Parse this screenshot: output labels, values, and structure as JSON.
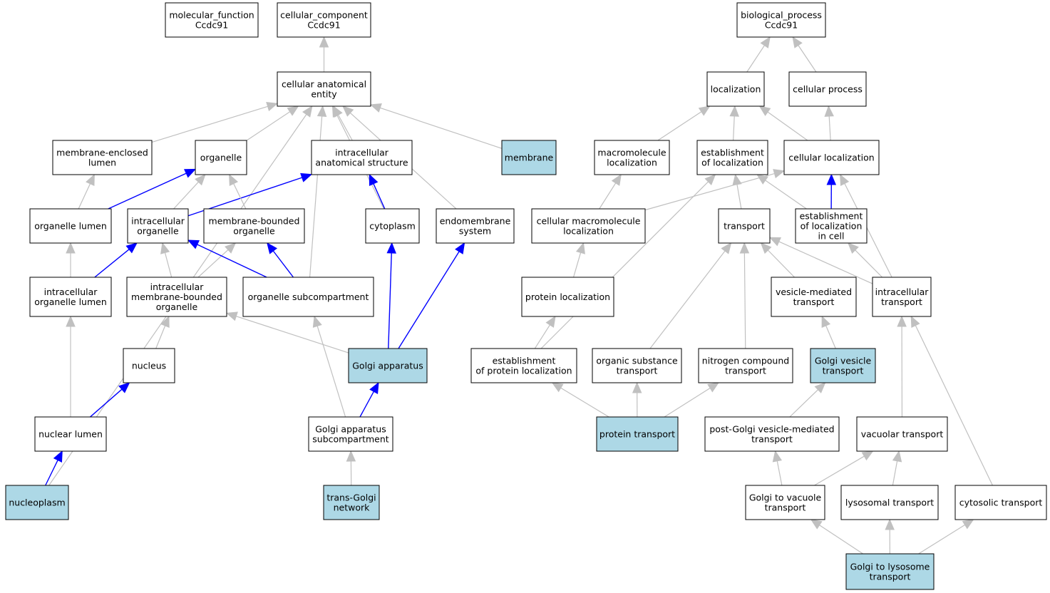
{
  "colors": {
    "highlight": "#add8e6",
    "plain": "#ffffff",
    "gray_edge": "#c0c0c0",
    "blue_edge": "#0000ff"
  },
  "nodes": [
    {
      "id": "mf",
      "lines": [
        "molecular_function",
        "Ccdc91"
      ],
      "highlight": false
    },
    {
      "id": "cc",
      "lines": [
        "cellular_component",
        "Ccdc91"
      ],
      "highlight": false
    },
    {
      "id": "bp",
      "lines": [
        "biological_process",
        "Ccdc91"
      ],
      "highlight": false
    },
    {
      "id": "cae",
      "lines": [
        "cellular anatomical",
        "entity"
      ],
      "highlight": false
    },
    {
      "id": "loc",
      "lines": [
        "localization"
      ],
      "highlight": false
    },
    {
      "id": "cp",
      "lines": [
        "cellular process"
      ],
      "highlight": false
    },
    {
      "id": "mel",
      "lines": [
        "membrane-enclosed",
        "lumen"
      ],
      "highlight": false
    },
    {
      "id": "org",
      "lines": [
        "organelle"
      ],
      "highlight": false
    },
    {
      "id": "ias",
      "lines": [
        "intracellular",
        "anatomical structure"
      ],
      "highlight": false
    },
    {
      "id": "mem",
      "lines": [
        "membrane"
      ],
      "highlight": true
    },
    {
      "id": "ml",
      "lines": [
        "macromolecule",
        "localization"
      ],
      "highlight": false
    },
    {
      "id": "eol",
      "lines": [
        "establishment",
        "of localization"
      ],
      "highlight": false
    },
    {
      "id": "cl",
      "lines": [
        "cellular localization"
      ],
      "highlight": false
    },
    {
      "id": "ol",
      "lines": [
        "organelle lumen"
      ],
      "highlight": false
    },
    {
      "id": "io",
      "lines": [
        "intracellular",
        "organelle"
      ],
      "highlight": false
    },
    {
      "id": "mbo",
      "lines": [
        "membrane-bounded",
        "organelle"
      ],
      "highlight": false
    },
    {
      "id": "cyt",
      "lines": [
        "cytoplasm"
      ],
      "highlight": false
    },
    {
      "id": "es",
      "lines": [
        "endomembrane",
        "system"
      ],
      "highlight": false
    },
    {
      "id": "cml",
      "lines": [
        "cellular macromolecule",
        "localization"
      ],
      "highlight": false
    },
    {
      "id": "tr",
      "lines": [
        "transport"
      ],
      "highlight": false
    },
    {
      "id": "eolc",
      "lines": [
        "establishment",
        "of localization",
        "in cell"
      ],
      "highlight": false
    },
    {
      "id": "iol",
      "lines": [
        "intracellular",
        "organelle lumen"
      ],
      "highlight": false
    },
    {
      "id": "imbo",
      "lines": [
        "intracellular",
        "membrane-bounded",
        "organelle"
      ],
      "highlight": false
    },
    {
      "id": "os",
      "lines": [
        "organelle subcompartment"
      ],
      "highlight": false
    },
    {
      "id": "pl",
      "lines": [
        "protein localization"
      ],
      "highlight": false
    },
    {
      "id": "vmt",
      "lines": [
        "vesicle-mediated",
        "transport"
      ],
      "highlight": false
    },
    {
      "id": "it",
      "lines": [
        "intracellular",
        "transport"
      ],
      "highlight": false
    },
    {
      "id": "nuc",
      "lines": [
        "nucleus"
      ],
      "highlight": false
    },
    {
      "id": "ga",
      "lines": [
        "Golgi apparatus"
      ],
      "highlight": true
    },
    {
      "id": "epl",
      "lines": [
        "establishment",
        "of protein localization"
      ],
      "highlight": false
    },
    {
      "id": "ost",
      "lines": [
        "organic substance",
        "transport"
      ],
      "highlight": false
    },
    {
      "id": "nct",
      "lines": [
        "nitrogen compound",
        "transport"
      ],
      "highlight": false
    },
    {
      "id": "gvt",
      "lines": [
        "Golgi vesicle",
        "transport"
      ],
      "highlight": true
    },
    {
      "id": "nl",
      "lines": [
        "nuclear lumen"
      ],
      "highlight": false
    },
    {
      "id": "gas",
      "lines": [
        "Golgi apparatus",
        "subcompartment"
      ],
      "highlight": false
    },
    {
      "id": "pt",
      "lines": [
        "protein transport"
      ],
      "highlight": true
    },
    {
      "id": "pgv",
      "lines": [
        "post-Golgi vesicle-mediated",
        "transport"
      ],
      "highlight": false
    },
    {
      "id": "vt",
      "lines": [
        "vacuolar transport"
      ],
      "highlight": false
    },
    {
      "id": "np",
      "lines": [
        "nucleoplasm"
      ],
      "highlight": true
    },
    {
      "id": "tgn",
      "lines": [
        "trans-Golgi",
        "network"
      ],
      "highlight": true
    },
    {
      "id": "gtv",
      "lines": [
        "Golgi to vacuole",
        "transport"
      ],
      "highlight": false
    },
    {
      "id": "lt",
      "lines": [
        "lysosomal transport"
      ],
      "highlight": false
    },
    {
      "id": "ct",
      "lines": [
        "cytosolic transport"
      ],
      "highlight": false
    },
    {
      "id": "gtl",
      "lines": [
        "Golgi to lysosome",
        "transport"
      ],
      "highlight": true
    }
  ],
  "edges": [
    {
      "from": "cae",
      "to": "cc",
      "color": "gray"
    },
    {
      "from": "loc",
      "to": "bp",
      "color": "gray"
    },
    {
      "from": "cp",
      "to": "bp",
      "color": "gray"
    },
    {
      "from": "mel",
      "to": "cae",
      "color": "gray"
    },
    {
      "from": "org",
      "to": "cae",
      "color": "gray"
    },
    {
      "from": "ias",
      "to": "cae",
      "color": "gray"
    },
    {
      "from": "mem",
      "to": "cae",
      "color": "gray"
    },
    {
      "from": "cyt",
      "to": "cae",
      "color": "gray"
    },
    {
      "from": "es",
      "to": "cae",
      "color": "gray"
    },
    {
      "from": "os",
      "to": "cae",
      "color": "gray"
    },
    {
      "from": "np",
      "to": "cae",
      "color": "gray"
    },
    {
      "from": "ml",
      "to": "loc",
      "color": "gray"
    },
    {
      "from": "eol",
      "to": "loc",
      "color": "gray"
    },
    {
      "from": "cl",
      "to": "loc",
      "color": "gray"
    },
    {
      "from": "cl",
      "to": "cp",
      "color": "gray"
    },
    {
      "from": "ol",
      "to": "mel",
      "color": "gray"
    },
    {
      "from": "ol",
      "to": "org",
      "color": "blue"
    },
    {
      "from": "io",
      "to": "org",
      "color": "gray"
    },
    {
      "from": "io",
      "to": "ias",
      "color": "blue"
    },
    {
      "from": "mbo",
      "to": "org",
      "color": "gray"
    },
    {
      "from": "cyt",
      "to": "ias",
      "color": "blue"
    },
    {
      "from": "cml",
      "to": "ml",
      "color": "gray"
    },
    {
      "from": "cml",
      "to": "cl",
      "color": "gray"
    },
    {
      "from": "tr",
      "to": "eol",
      "color": "gray"
    },
    {
      "from": "eolc",
      "to": "eol",
      "color": "gray"
    },
    {
      "from": "eolc",
      "to": "cl",
      "color": "blue"
    },
    {
      "from": "iol",
      "to": "ol",
      "color": "gray"
    },
    {
      "from": "iol",
      "to": "io",
      "color": "blue"
    },
    {
      "from": "imbo",
      "to": "io",
      "color": "gray"
    },
    {
      "from": "imbo",
      "to": "mbo",
      "color": "gray"
    },
    {
      "from": "os",
      "to": "io",
      "color": "blue"
    },
    {
      "from": "os",
      "to": "mbo",
      "color": "blue"
    },
    {
      "from": "pl",
      "to": "cml",
      "color": "gray"
    },
    {
      "from": "vmt",
      "to": "tr",
      "color": "gray"
    },
    {
      "from": "it",
      "to": "tr",
      "color": "gray"
    },
    {
      "from": "it",
      "to": "eolc",
      "color": "gray"
    },
    {
      "from": "it",
      "to": "cl",
      "color": "gray"
    },
    {
      "from": "nuc",
      "to": "imbo",
      "color": "gray"
    },
    {
      "from": "ga",
      "to": "imbo",
      "color": "gray"
    },
    {
      "from": "ga",
      "to": "cyt",
      "color": "blue"
    },
    {
      "from": "ga",
      "to": "es",
      "color": "blue"
    },
    {
      "from": "epl",
      "to": "pl",
      "color": "gray"
    },
    {
      "from": "epl",
      "to": "eol",
      "color": "gray"
    },
    {
      "from": "ost",
      "to": "tr",
      "color": "gray"
    },
    {
      "from": "nct",
      "to": "tr",
      "color": "gray"
    },
    {
      "from": "gvt",
      "to": "vmt",
      "color": "gray"
    },
    {
      "from": "nl",
      "to": "iol",
      "color": "gray"
    },
    {
      "from": "nl",
      "to": "nuc",
      "color": "blue"
    },
    {
      "from": "gas",
      "to": "os",
      "color": "gray"
    },
    {
      "from": "gas",
      "to": "ga",
      "color": "blue"
    },
    {
      "from": "pt",
      "to": "epl",
      "color": "gray"
    },
    {
      "from": "pt",
      "to": "ost",
      "color": "gray"
    },
    {
      "from": "pt",
      "to": "nct",
      "color": "gray"
    },
    {
      "from": "pgv",
      "to": "gvt",
      "color": "gray"
    },
    {
      "from": "vt",
      "to": "it",
      "color": "gray"
    },
    {
      "from": "np",
      "to": "nl",
      "color": "blue"
    },
    {
      "from": "tgn",
      "to": "gas",
      "color": "gray"
    },
    {
      "from": "gtv",
      "to": "pgv",
      "color": "gray"
    },
    {
      "from": "gtv",
      "to": "vt",
      "color": "gray"
    },
    {
      "from": "lt",
      "to": "vt",
      "color": "gray"
    },
    {
      "from": "ct",
      "to": "it",
      "color": "gray"
    },
    {
      "from": "gtl",
      "to": "gtv",
      "color": "gray"
    },
    {
      "from": "gtl",
      "to": "lt",
      "color": "gray"
    },
    {
      "from": "gtl",
      "to": "ct",
      "color": "gray"
    }
  ]
}
